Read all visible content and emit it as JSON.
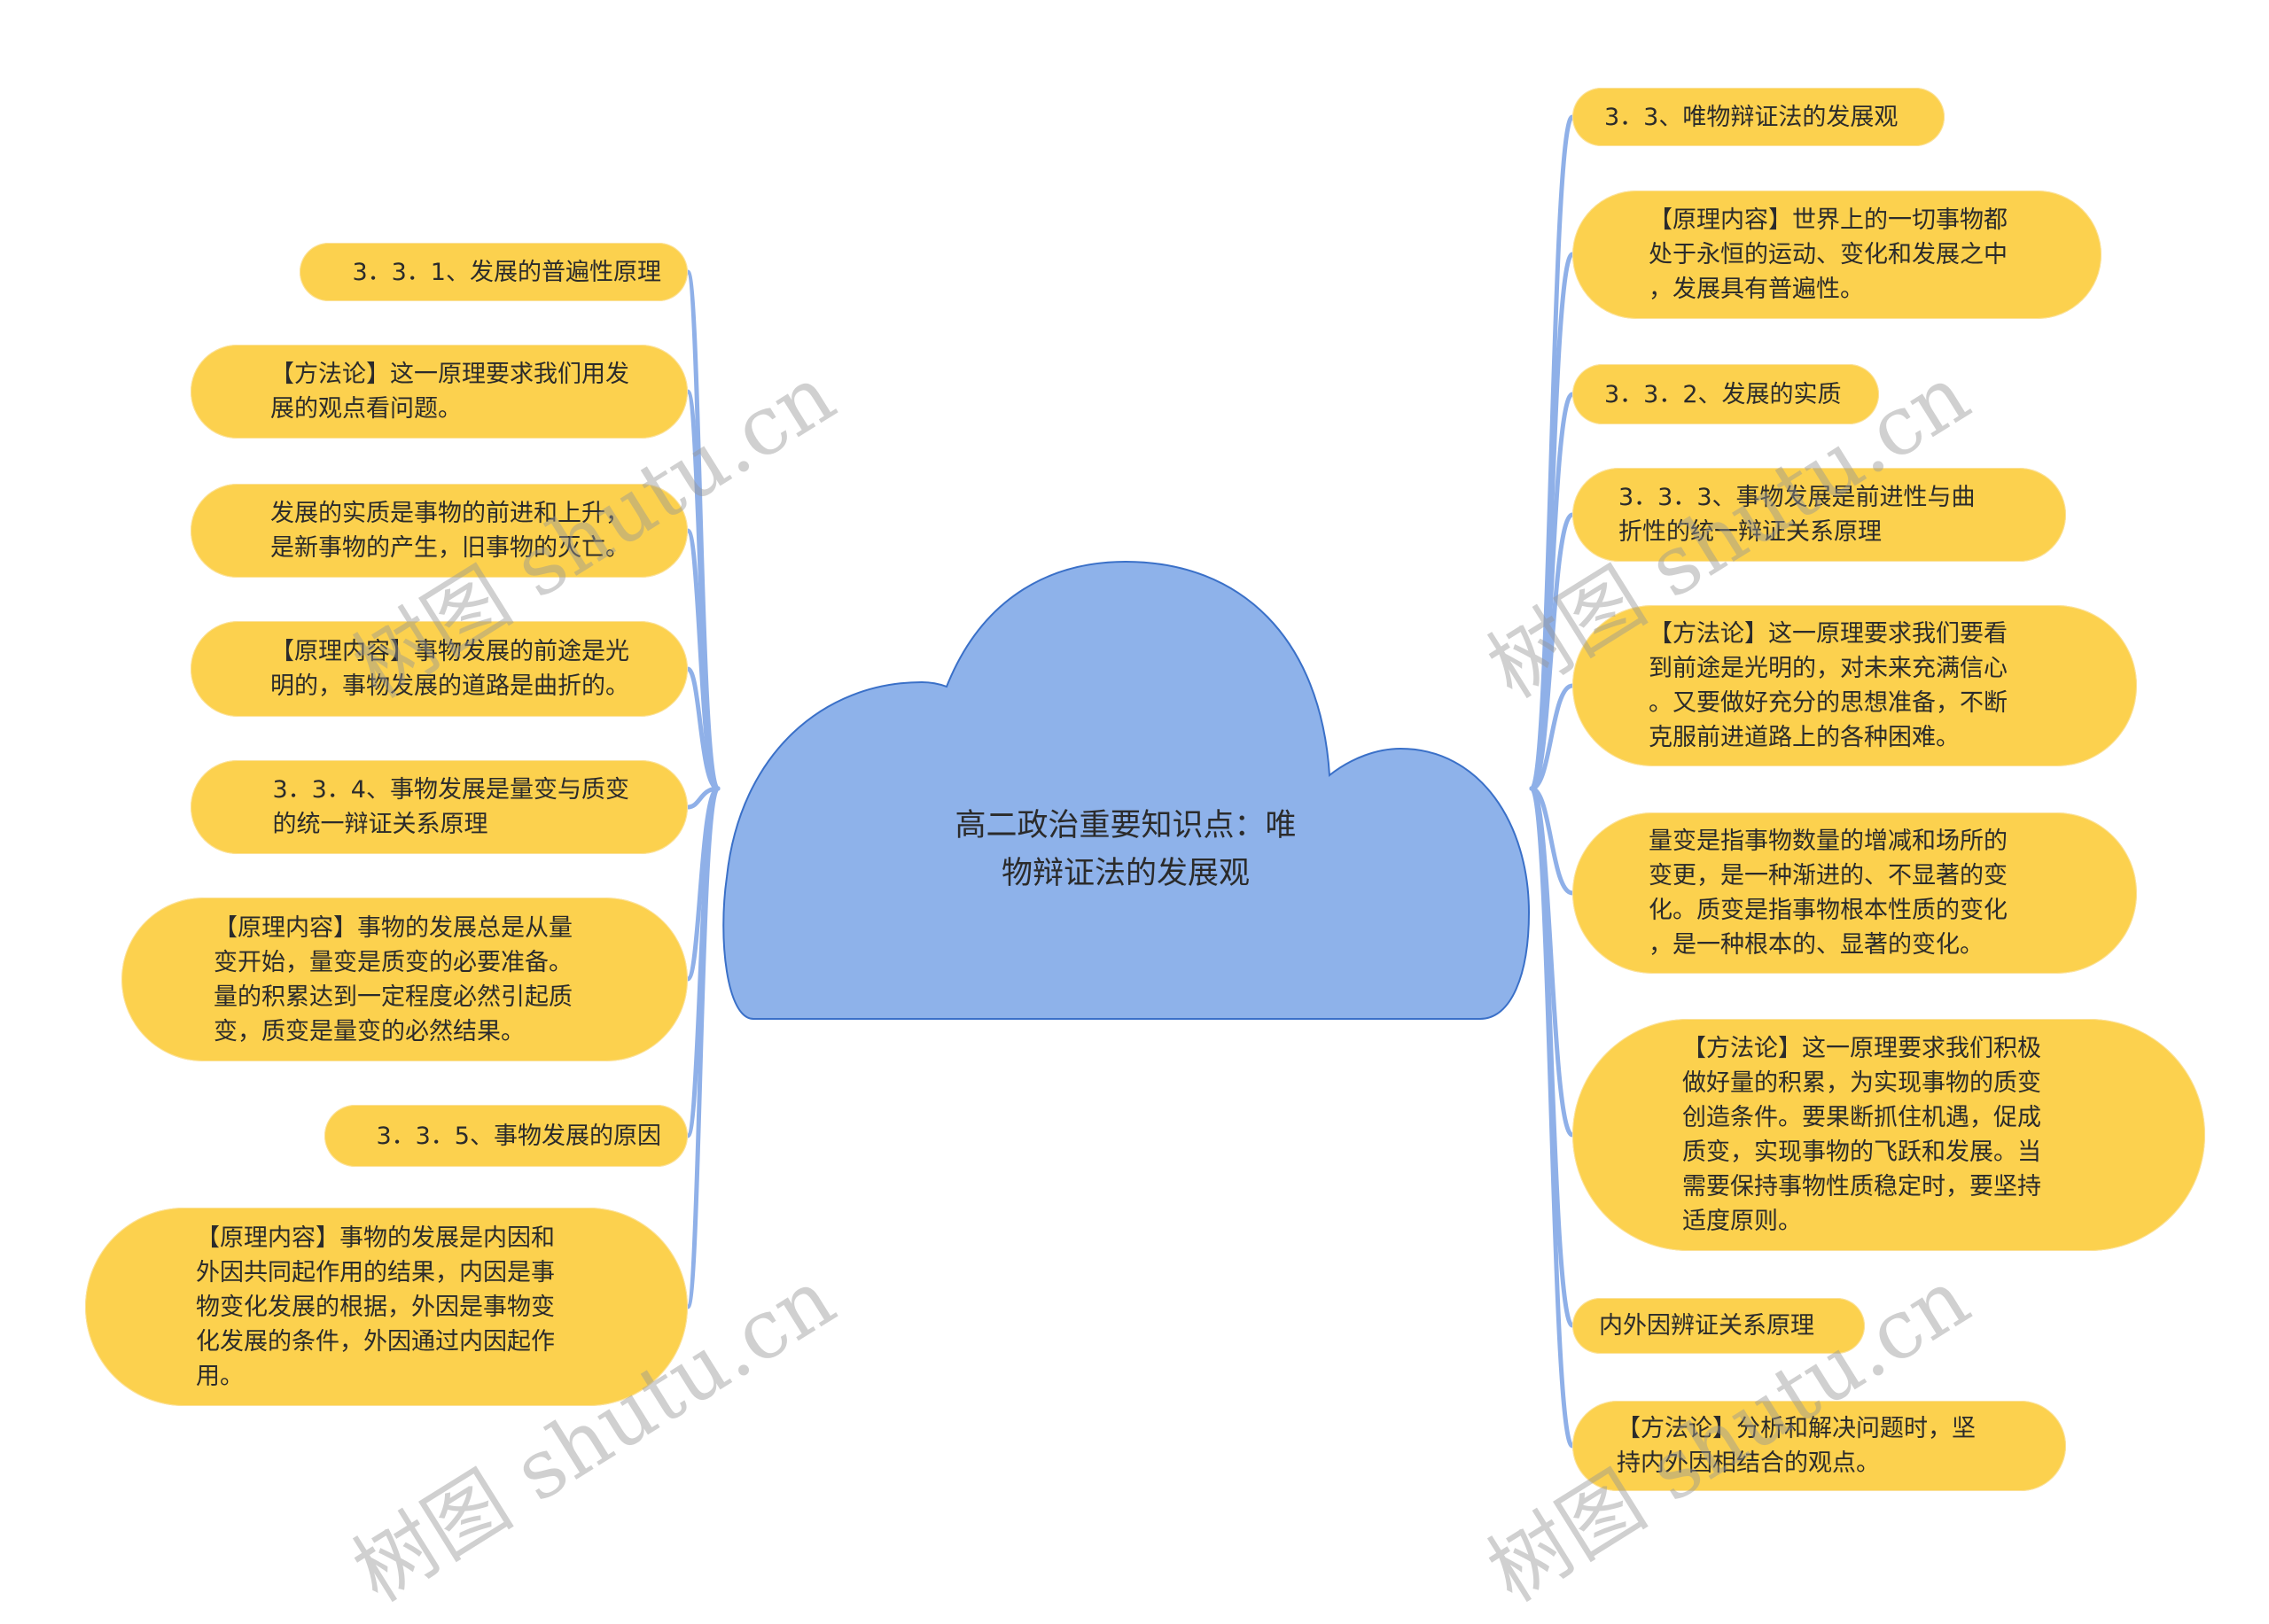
{
  "root": {
    "label": "高二政治重要知识点：唯\n物辩证法的发展观"
  },
  "left_nodes": [
    {
      "label": "3．3．1、发展的普遍性原理"
    },
    {
      "label": "【方法论】这一原理要求我们用发\n展的观点看问题。"
    },
    {
      "label": "发展的实质是事物的前进和上升，\n是新事物的产生，旧事物的灭亡。"
    },
    {
      "label": "【原理内容】事物发展的前途是光\n明的，事物发展的道路是曲折的。"
    },
    {
      "label": "3．3．4、事物发展是量变与质变\n的统一辩证关系原理"
    },
    {
      "label": "【原理内容】事物的发展总是从量\n变开始，量变是质变的必要准备。\n量的积累达到一定程度必然引起质\n变，质变是量变的必然结果。"
    },
    {
      "label": "3．3．5、事物发展的原因"
    },
    {
      "label": "【原理内容】事物的发展是内因和\n外因共同起作用的结果，内因是事\n物变化发展的根据，外因是事物变\n化发展的条件，外因通过内因起作\n用。"
    }
  ],
  "right_nodes": [
    {
      "label": "3．3、唯物辩证法的发展观"
    },
    {
      "label": "【原理内容】世界上的一切事物都\n处于永恒的运动、变化和发展之中\n，发展具有普遍性。"
    },
    {
      "label": "3．3．2、发展的实质"
    },
    {
      "label": "3．3．3、事物发展是前进性与曲\n折性的统一辩证关系原理"
    },
    {
      "label": "【方法论】这一原理要求我们要看\n到前途是光明的，对未来充满信心\n。又要做好充分的思想准备，不断\n克服前进道路上的各种困难。"
    },
    {
      "label": "量变是指事物数量的增减和场所的\n变更，是一种渐进的、不显著的变\n化。质变是指事物根本性质的变化\n，是一种根本的、显著的变化。"
    },
    {
      "label": "【方法论】这一原理要求我们积极\n做好量的积累，为实现事物的质变\n创造条件。要果断抓住机遇，促成\n质变，实现事物的飞跃和发展。当\n需要保持事物性质稳定时，要坚持\n适度原则。"
    },
    {
      "label": "内外因辨证关系原理"
    },
    {
      "label": "【方法论】分析和解决问题时，坚\n持内外因相结合的观点。"
    }
  ],
  "watermark": {
    "text": "树图 shutu.cn"
  },
  "colors": {
    "node_fill": "#fcd14e",
    "cloud_fill": "#8eb2ea",
    "cloud_stroke": "#3a70c8",
    "connector": "#8fb0e8"
  }
}
